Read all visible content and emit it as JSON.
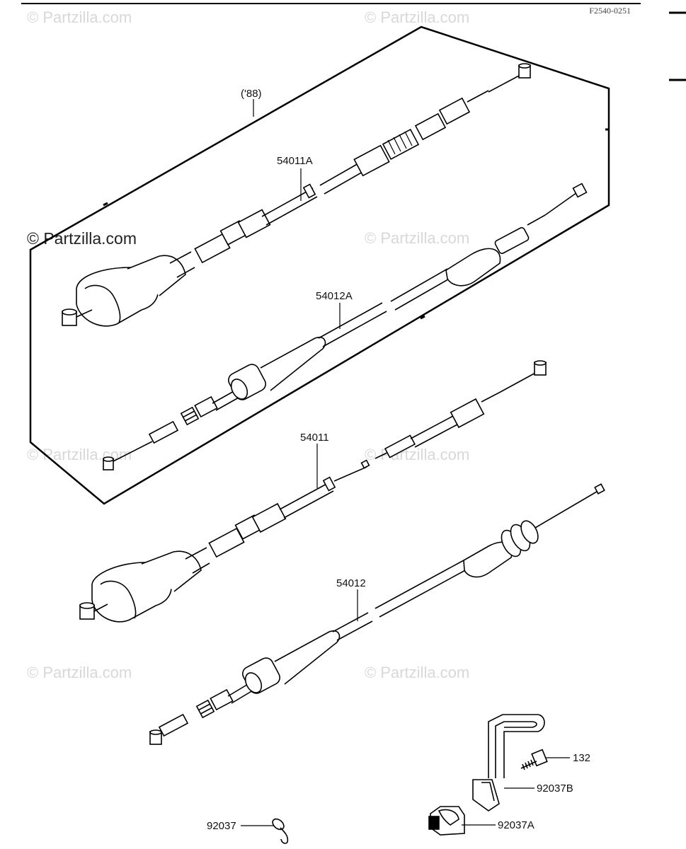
{
  "diagram_code": "F2540-0251",
  "watermark": {
    "text": "© Partzilla.com"
  },
  "callouts": {
    "year_group": "('88)",
    "p54011A": "54011A",
    "p54012A": "54012A",
    "p54011": "54011",
    "p54012": "54012",
    "p132": "132",
    "p92037B": "92037B",
    "p92037A": "92037A",
    "p92037": "92037"
  }
}
